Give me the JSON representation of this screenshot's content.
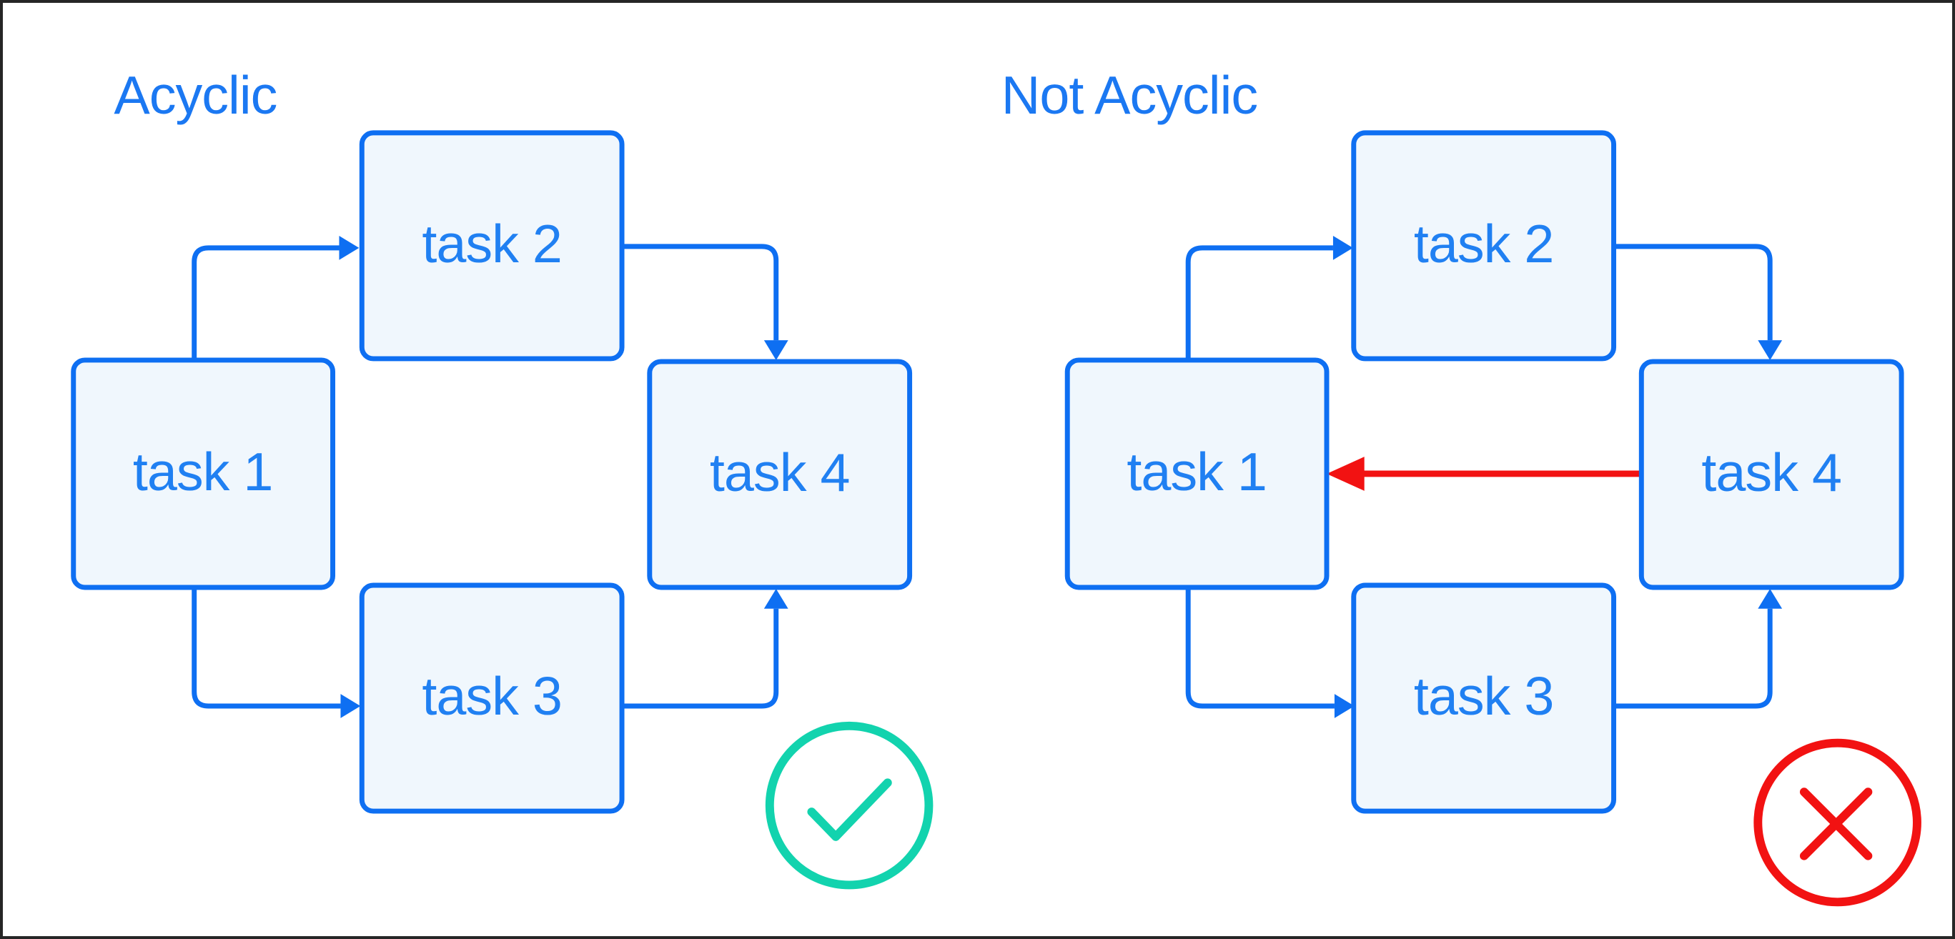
{
  "colors": {
    "edge_blue": "#0e6ff2",
    "text_blue": "#2080f2",
    "node_fill": "#f0f7fd",
    "valid_green": "#12d3ae",
    "invalid_red": "#f21212",
    "frame_border": "#262626",
    "background": "#ffffff"
  },
  "panels": [
    {
      "title": "Acyclic",
      "nodes": [
        {
          "id": "task1",
          "label": "task 1"
        },
        {
          "id": "task2",
          "label": "task 2"
        },
        {
          "id": "task3",
          "label": "task 3"
        },
        {
          "id": "task4",
          "label": "task 4"
        }
      ],
      "edges": [
        {
          "from": "task1",
          "to": "task2"
        },
        {
          "from": "task2",
          "to": "task4"
        },
        {
          "from": "task1",
          "to": "task3"
        },
        {
          "from": "task3",
          "to": "task4"
        }
      ],
      "verdict_icon": "check-circle-icon",
      "verdict": "valid"
    },
    {
      "title": "Not Acyclic",
      "nodes": [
        {
          "id": "task1",
          "label": "task 1"
        },
        {
          "id": "task2",
          "label": "task 2"
        },
        {
          "id": "task3",
          "label": "task 3"
        },
        {
          "id": "task4",
          "label": "task 4"
        }
      ],
      "edges": [
        {
          "from": "task1",
          "to": "task2"
        },
        {
          "from": "task2",
          "to": "task4"
        },
        {
          "from": "task1",
          "to": "task3"
        },
        {
          "from": "task3",
          "to": "task4"
        },
        {
          "from": "task4",
          "to": "task1",
          "style": "cycle"
        }
      ],
      "verdict_icon": "x-circle-icon",
      "verdict": "invalid"
    }
  ]
}
